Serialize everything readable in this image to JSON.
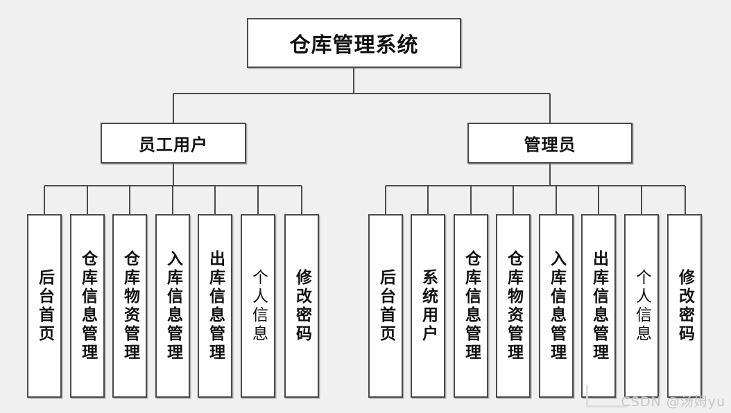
{
  "diagram": {
    "type": "org-chart",
    "title_node": "仓库管理系统",
    "root": {
      "label": "仓库管理系统"
    },
    "branches": [
      {
        "id": "employee",
        "label": "员工用户",
        "children": [
          {
            "label": "后台首页"
          },
          {
            "label": "仓库信息管理"
          },
          {
            "label": "仓库物资管理"
          },
          {
            "label": "入库信息管理"
          },
          {
            "label": "出库信息管理"
          },
          {
            "label": "个人信息"
          },
          {
            "label": "修改密码"
          }
        ]
      },
      {
        "id": "admin",
        "label": "管理员",
        "children": [
          {
            "label": "后台首页"
          },
          {
            "label": "系统用户"
          },
          {
            "label": "仓库信息管理"
          },
          {
            "label": "仓库物资管理"
          },
          {
            "label": "入库信息管理"
          },
          {
            "label": "出库信息管理"
          },
          {
            "label": "个人信息"
          },
          {
            "label": "修改密码"
          }
        ]
      }
    ]
  },
  "watermark": {
    "text": "CSDN @汤姆yu"
  },
  "colors": {
    "background": "#f0f0f0",
    "node_fill": "#ffffff",
    "node_border": "#4a4a4a",
    "edge": "#4a4a4a",
    "text": "#111111",
    "watermark": "#c6c6c6"
  }
}
